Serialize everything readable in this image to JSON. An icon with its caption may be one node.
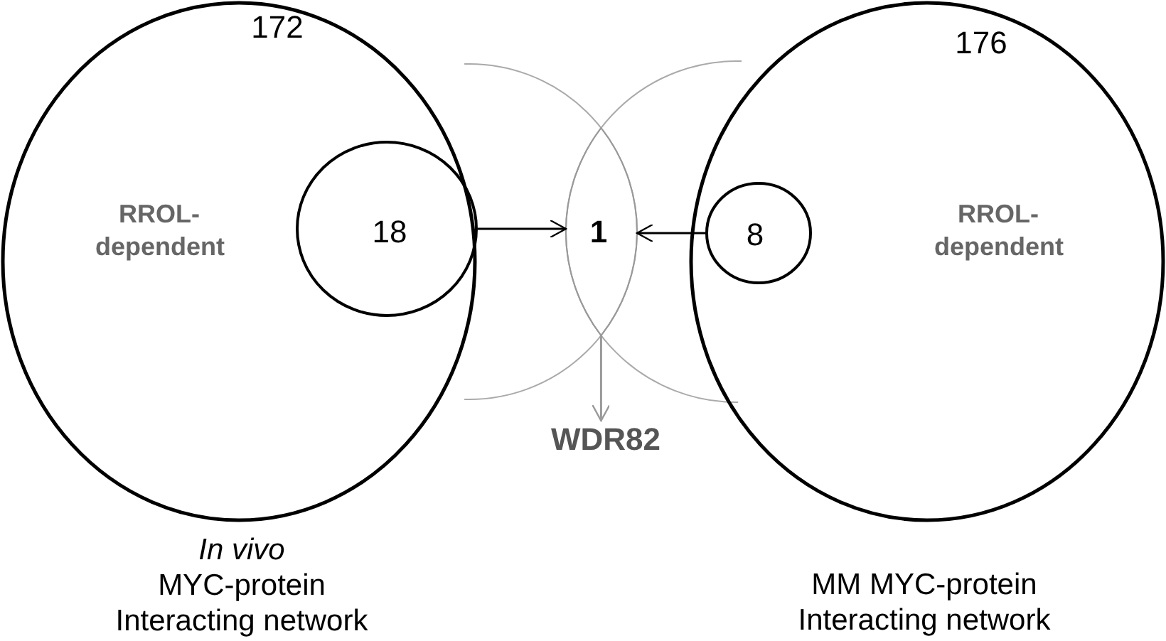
{
  "diagram": {
    "nodes": [
      {
        "text": [
          "172",
          "RROL- dependent"
        ],
        "beside": [
          "*In vivo* MYC-protein Interacting network"
        ]
      },
      {
        "text": [
          "18"
        ],
        "in": 0
      },
      {
        "text": [
          "176",
          "RROL- dependent"
        ],
        "beside": [
          "MM MYC-protein Interacting network"
        ]
      },
      {
        "text": [
          "8"
        ],
        "in": 2
      },
      {
        "text": [
          "1"
        ]
      },
      {
        "text": [
          "WDR82"
        ]
      }
    ],
    "edges": [
      {
        "from": 1,
        "to": 4,
        "arrow": "to"
      },
      {
        "from": 3,
        "to": 4,
        "arrow": "to"
      },
      {
        "from": 4,
        "to": 5,
        "arrow": "to",
        "color": "#999999"
      }
    ]
  }
}
